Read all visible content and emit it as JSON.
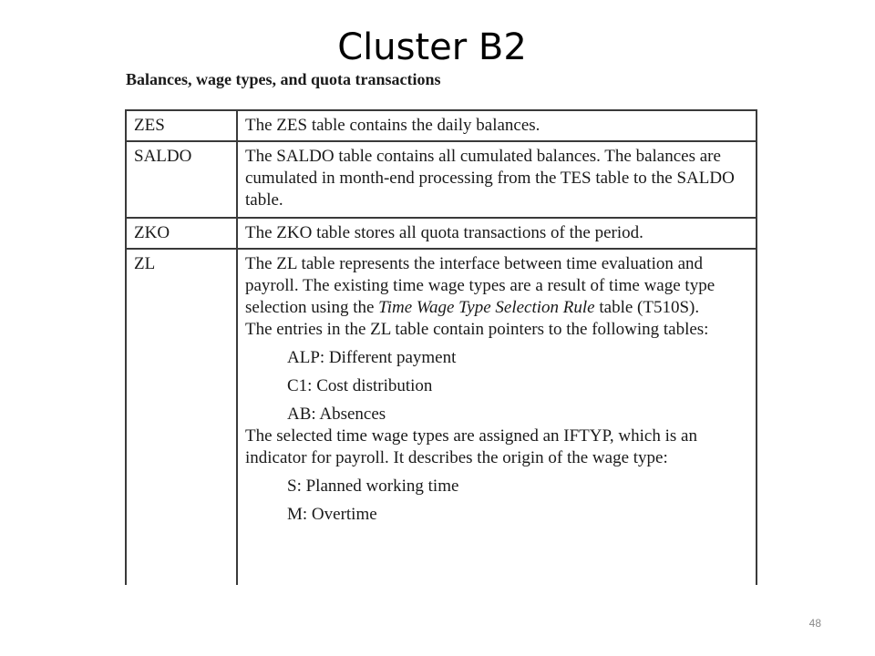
{
  "slide": {
    "title": "Cluster B2",
    "page_number": "48"
  },
  "document": {
    "heading": "Balances, wage types, and quota transactions",
    "rows": [
      {
        "key": "ZES",
        "desc": "The ZES table contains the daily balances."
      },
      {
        "key": "SALDO",
        "desc": "The SALDO table contains all cumulated balances.  The balances are cumulated in month-end processing from the TES table to the SALDO table."
      },
      {
        "key": "ZKO",
        "desc": "The ZKO table stores all quota transactions of the period."
      },
      {
        "key": "ZL",
        "desc_p1_before": "The ZL table represents the interface between time evaluation and payroll.  The existing time wage types are a result of time wage type selection using the ",
        "desc_p1_italic": "Time Wage Type Selection Rule",
        "desc_p1_after": " table (T510S).",
        "desc_p2": "The entries in the ZL table contain pointers to the following tables:",
        "pointer_items": [
          "ALP: Different payment",
          "C1:  Cost distribution",
          "AB: Absences"
        ],
        "desc_p3": "The selected time wage types are assigned an IFTYP, which is an indicator for payroll. It describes the origin of the wage type:",
        "origin_items": [
          "S: Planned working time",
          "M: Overtime"
        ]
      }
    ]
  }
}
